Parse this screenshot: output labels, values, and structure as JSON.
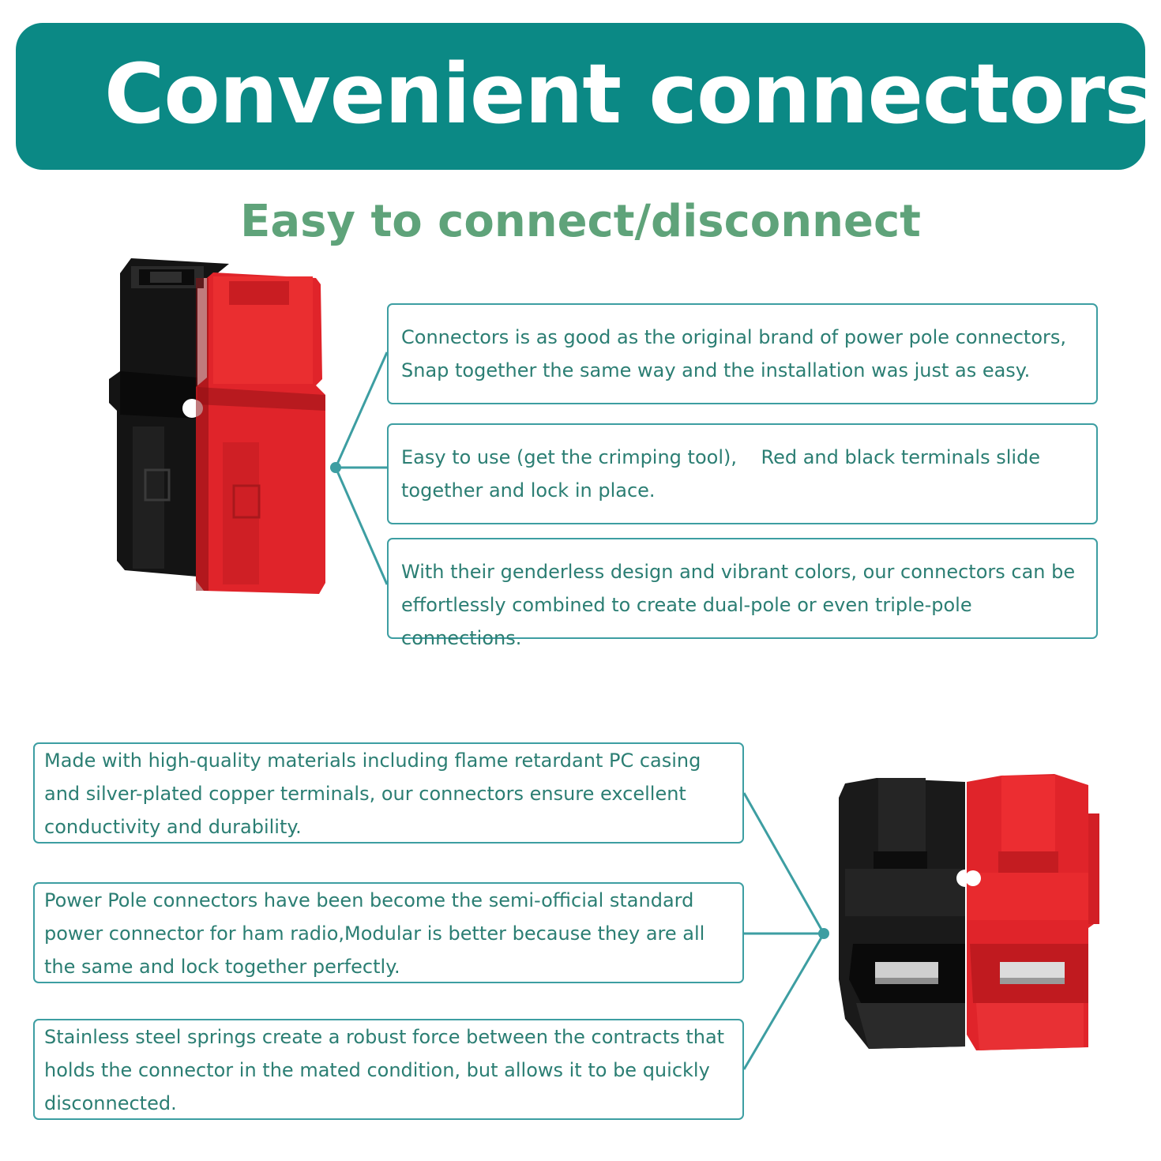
{
  "header": {
    "title": "Convenient connectors"
  },
  "subtitle": "Easy to connect/disconnect",
  "top_features": [
    {
      "text": "Connectors is as good as the original brand of power pole connectors, Snap together the same way and the installation was just as easy."
    },
    {
      "text": "Easy to use (get the crimping tool),    Red and black terminals slide together and lock in place."
    },
    {
      "text": "With their genderless design and vibrant colors, our connectors can be effortlessly combined to create dual-pole or even triple-pole connections."
    }
  ],
  "bottom_features": [
    {
      "text": "Made with high-quality materials including flame retardant PC casing and silver-plated copper terminals, our connectors ensure excellent conductivity and durability."
    },
    {
      "text": "Power Pole connectors have been become the semi-official standard power connector for ham radio,Modular is better because they are all the same and lock together perfectly."
    },
    {
      "text": "Stainless steel springs create a robust force between the contracts that holds the connector in the mated condition, but allows it to be quickly disconnected."
    }
  ],
  "colors": {
    "banner": "#0b8985",
    "subtitle": "#5fa37a",
    "box_border": "#3d9ea2",
    "box_text": "#2b7e73",
    "connector_black": "#1c1c1c",
    "connector_red": "#e0242a"
  }
}
